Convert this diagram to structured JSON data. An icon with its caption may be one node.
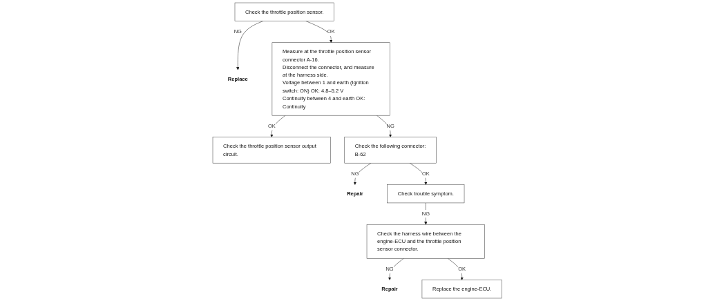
{
  "diagram": {
    "nodes": [
      {
        "text": [
          "Check the throttle position sensor."
        ]
      },
      {
        "text": [
          "Replace"
        ]
      },
      {
        "text": [
          "Measure at the throttle position sensor connector A-16.",
          "Disconnect the connector, and measure at the harness side.",
          "Voltage between 1 and earth (Ignition switch: ON) OK: 4.8–5.2 V",
          "Continuity between 4 and earth OK: Continuity"
        ]
      },
      {
        "text": [
          "Check the throttle position sensor output circuit."
        ]
      },
      {
        "text": [
          "Check the following connector:",
          "B-62"
        ]
      },
      {
        "text": [
          "Repair"
        ]
      },
      {
        "text": [
          "Check trouble symptom."
        ]
      },
      {
        "text": [
          "Check the harness wire between the engine-ECU and the throttle position sensor connector."
        ]
      },
      {
        "text": [
          "Repair"
        ]
      },
      {
        "text": [
          "Replace the engine-ECU."
        ]
      }
    ],
    "edges": [
      {
        "from": 0,
        "to": 1,
        "arrow": "to",
        "label": "NG"
      },
      {
        "from": 0,
        "to": 2,
        "arrow": "to",
        "label": "OK"
      },
      {
        "from": 2,
        "to": 4,
        "arrow": "to",
        "label": "NG"
      },
      {
        "from": 2,
        "to": 3,
        "arrow": "to",
        "label": "OK"
      },
      {
        "from": 4,
        "to": 5,
        "arrow": "to",
        "label": "NG"
      },
      {
        "from": 4,
        "to": 6,
        "arrow": "to",
        "label": "OK"
      },
      {
        "from": 6,
        "to": 7,
        "arrow": "to",
        "label": "NG"
      },
      {
        "from": 7,
        "to": 8,
        "arrow": "to",
        "label": "NG"
      },
      {
        "from": 7,
        "to": 9,
        "arrow": "to",
        "label": "OK"
      }
    ]
  }
}
